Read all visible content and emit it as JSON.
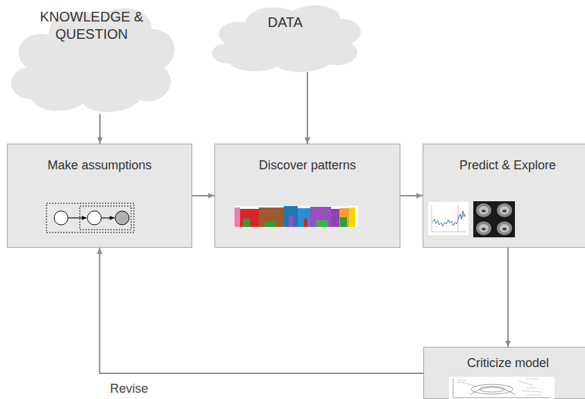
{
  "diagram": {
    "nodes": [
      {
        "text": [
          "KNOWLEDGE & QUESTION"
        ]
      },
      {
        "text": [
          "DATA"
        ]
      },
      {
        "text": [
          "Make assumptions"
        ]
      },
      {
        "text": [
          "Discover patterns"
        ]
      },
      {
        "text": [
          "Predict & Explore"
        ]
      },
      {
        "text": [
          "Criticize model"
        ]
      }
    ],
    "edges": [
      {
        "from": 0,
        "to": 2,
        "arrow": "to"
      },
      {
        "from": 1,
        "to": 3,
        "arrow": "to"
      },
      {
        "from": 2,
        "to": 3,
        "arrow": "to"
      },
      {
        "from": 3,
        "to": 4,
        "arrow": "to"
      },
      {
        "from": 4,
        "to": 5,
        "arrow": "to"
      },
      {
        "from": 5,
        "to": 2,
        "label": "Revise",
        "arrow": "to"
      }
    ]
  }
}
